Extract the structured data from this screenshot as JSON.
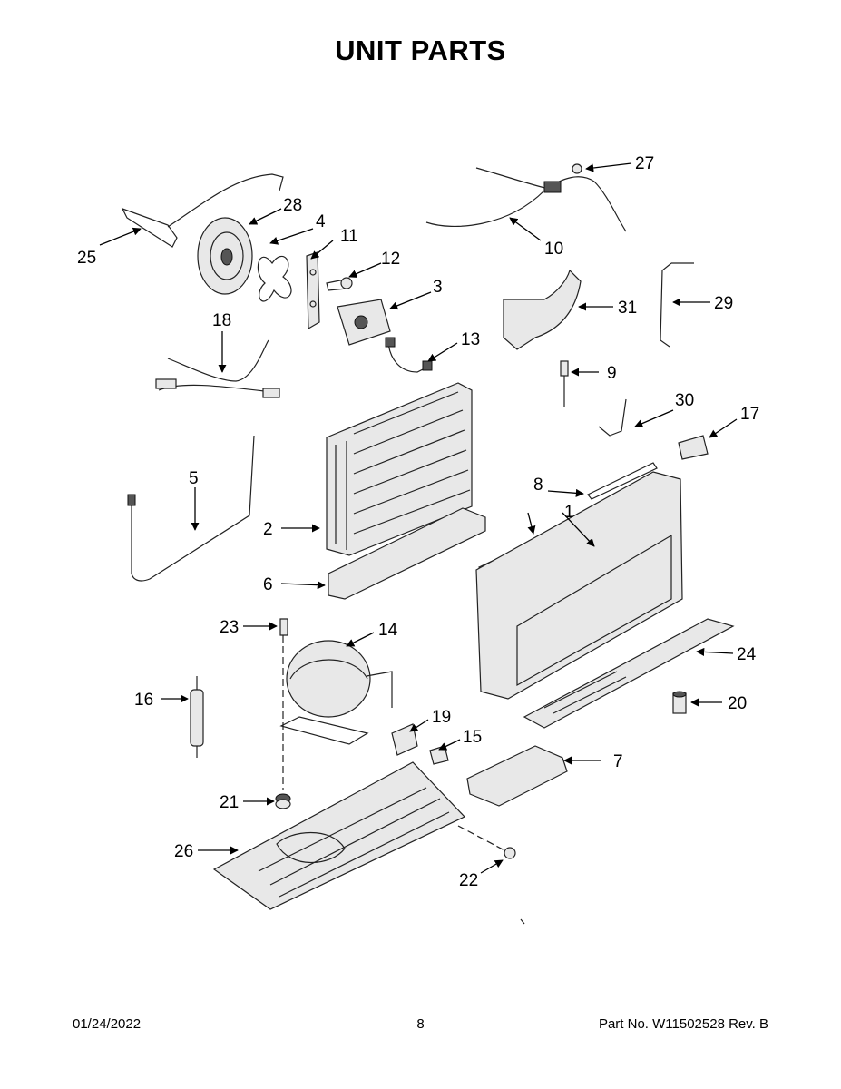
{
  "title": "UNIT PARTS",
  "footer": {
    "date": "01/24/2022",
    "page": "8",
    "part_no": "Part No.  W11502528  Rev.  B"
  },
  "callouts": [
    "1",
    "2",
    "3",
    "4",
    "5",
    "6",
    "7",
    "8",
    "9",
    "10",
    "11",
    "12",
    "13",
    "14",
    "15",
    "16",
    "17",
    "18",
    "19",
    "20",
    "21",
    "22",
    "23",
    "24",
    "25",
    "26",
    "27",
    "28",
    "29",
    "30",
    "31"
  ]
}
